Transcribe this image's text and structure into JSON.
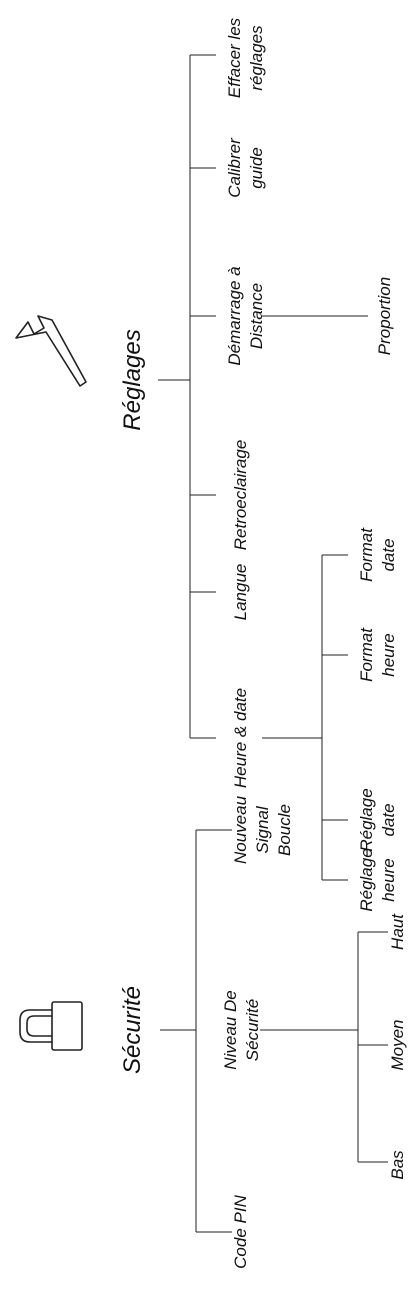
{
  "securite": {
    "title": "Sécurité",
    "icon": "padlock-icon",
    "code_pin": "Code PIN",
    "niveau_line1": "Niveau De",
    "niveau_line2": "Sécurité",
    "nouveau_line1": "Nouveau",
    "nouveau_line2": "Signal",
    "nouveau_line3": "Boucle",
    "bas": "Bas",
    "moyen": "Moyen",
    "haut": "Haut"
  },
  "reglages": {
    "title": "Réglages",
    "icon": "wrench-icon",
    "heure_date": "Heure & date",
    "langue": "Langue",
    "retroeclairage": "Retroeclairage",
    "demarrage_line1": "Démarrage à",
    "demarrage_line2": "Distance",
    "calibrer_line1": "Calibrer",
    "calibrer_line2": "guide",
    "effacer_line1": "Effacer les",
    "effacer_line2": "réglages",
    "reglage_heure_line1": "Réglage",
    "reglage_heure_line2": "heure",
    "reglage_date_line1": "Réglage",
    "reglage_date_line2": "date",
    "format_heure_line1": "Format",
    "format_heure_line2": "heure",
    "format_date_line1": "Format",
    "format_date_line2": "date",
    "proportion": "Proportion"
  }
}
